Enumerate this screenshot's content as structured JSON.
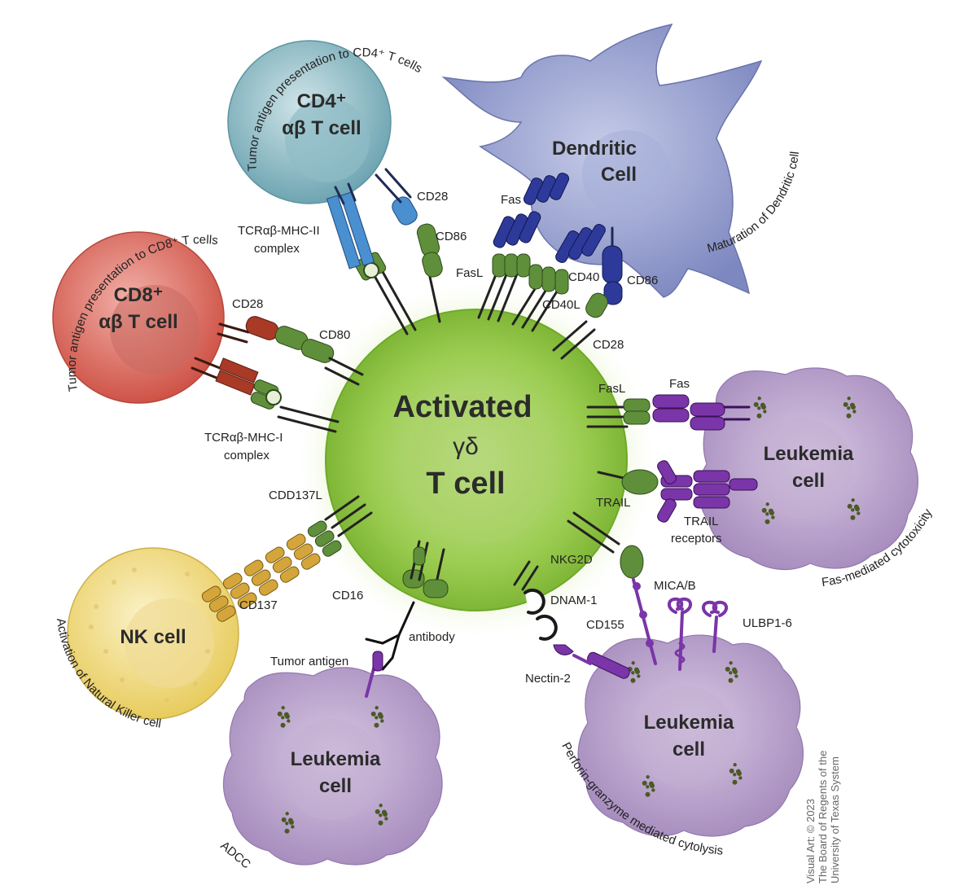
{
  "center_cell": {
    "line1": "Activated",
    "line2": "γδ",
    "line3": "T cell"
  },
  "cells": {
    "cd4": {
      "line1": "CD4⁺",
      "line2": "αβ T cell"
    },
    "cd8": {
      "line1": "CD8⁺",
      "line2": "αβ T cell"
    },
    "dendritic": {
      "line1": "Dendritic",
      "line2": "Cell"
    },
    "nk": {
      "line1": "NK cell"
    },
    "leukemia_right": {
      "line1": "Leukemia",
      "line2": "cell"
    },
    "leukemia_bottom_left": {
      "line1": "Leukemia",
      "line2": "cell"
    },
    "leukemia_bottom_right": {
      "line1": "Leukemia",
      "line2": "cell"
    }
  },
  "receptor_labels": {
    "cd28_top": "CD28",
    "cd86_top": "CD86",
    "tcr_mhc2_a": "TCRαβ-MHC-II",
    "tcr_mhc2_b": "complex",
    "fas_top": "Fas",
    "fasl_top": "FasL",
    "cd40": "CD40",
    "cd40l": "CD40L",
    "cd86_dc": "CD86",
    "cd28_dc": "CD28",
    "cd28_left": "CD28",
    "cd80": "CD80",
    "tcr_mhc1_a": "TCRαβ-MHC-I",
    "tcr_mhc1_b": "complex",
    "fasl_right": "FasL",
    "fas_right": "Fas",
    "trail": "TRAIL",
    "trail_receptors_a": "TRAIL",
    "trail_receptors_b": "receptors",
    "nkg2d": "NKG2D",
    "mica_b": "MICA/B",
    "ulbp": "ULBP1-6",
    "cd155": "CD155",
    "dnam1": "DNAM-1",
    "nectin2": "Nectin-2",
    "cdd137l": "CDD137L",
    "cd137": "CD137",
    "cd16": "CD16",
    "antibody": "antibody",
    "tumor_antigen": "Tumor antigen"
  },
  "process_labels": {
    "cd4_presentation": "Tumor antigen presentation to CD4⁺ T cells",
    "cd8_presentation": "Tumor antigen presentation to CD8⁺ T cells",
    "dc_maturation": "Maturation of Dendritic cell",
    "fas_cytotoxicity": "Fas-mediated cytotoxicity",
    "perforin": "Perforin-granzyme mediated cytolysis",
    "adcc": "ADCC",
    "nk_activation": "Activation of Natural Killer cell"
  },
  "credit": {
    "line1": "Visual Art: © 2023",
    "line2": "The Board of Regents of the",
    "line3": "University of Texas System"
  },
  "colors": {
    "gd_cell": "#8cc63f",
    "cd4_cell": "#7fb3bf",
    "cd8_cell": "#d9645a",
    "dendritic": "#8a93c8",
    "nk_cell": "#f2dc7a",
    "leukemia": "#b79ccc",
    "receptor_green": "#5f8f3a",
    "receptor_navy": "#2e3a9a",
    "receptor_blue": "#4a8fd0",
    "receptor_red": "#a83a26",
    "receptor_purple": "#7a35a8",
    "receptor_gold": "#d4a53a"
  }
}
